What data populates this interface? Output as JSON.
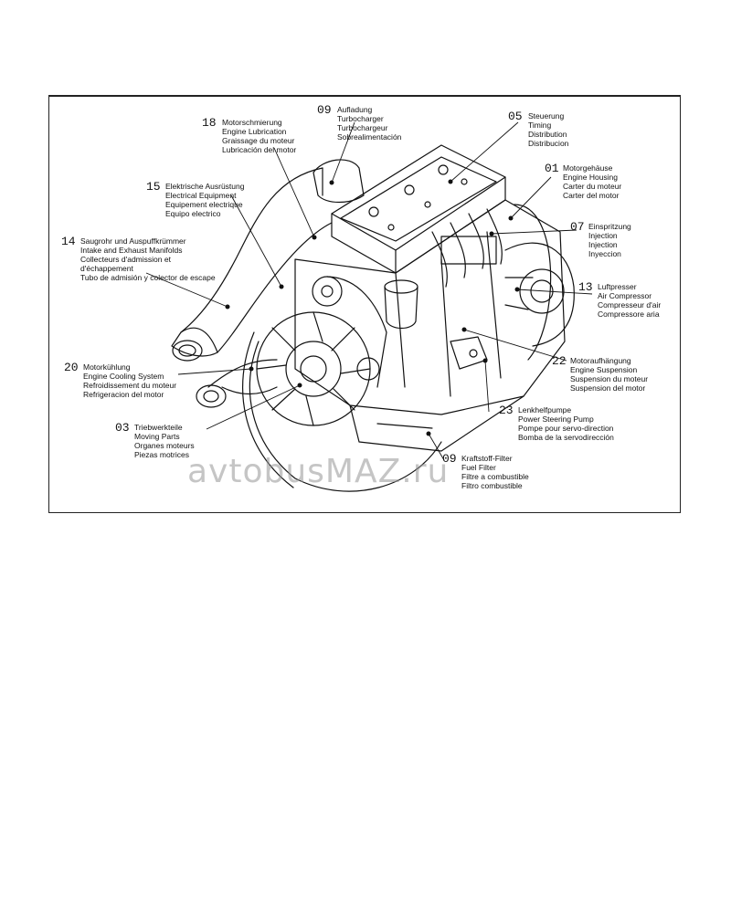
{
  "watermark": "avtobusMAZ.ru",
  "callouts": [
    {
      "id": "c18",
      "num": "18",
      "lines": [
        "Motorschmierung",
        "Engine Lubrication",
        "Graissage du moteur",
        "Lubricación del motor"
      ]
    },
    {
      "id": "c09a",
      "num": "09",
      "lines": [
        "Aufladung",
        "Turbocharger",
        "Turbochargeur",
        "Sobrealimentación"
      ]
    },
    {
      "id": "c05",
      "num": "05",
      "lines": [
        "Steuerung",
        "Timing",
        "Distribution",
        "Distribucion"
      ]
    },
    {
      "id": "c01",
      "num": "01",
      "lines": [
        "Motorgehäuse",
        "Engine Housing",
        "Carter du moteur",
        "Carter del motor"
      ]
    },
    {
      "id": "c15",
      "num": "15",
      "lines": [
        "Elektrische Ausrüstung",
        "Electrical Equipment",
        "Equipement electrique",
        "Equipo electrico"
      ]
    },
    {
      "id": "c07",
      "num": "07",
      "lines": [
        "Einspritzung",
        "Injection",
        "Injection",
        "Inyeccion"
      ]
    },
    {
      "id": "c14",
      "num": "14",
      "lines": [
        "Saugrohr und Auspuffkrümmer",
        "Intake and Exhaust Manifolds",
        "Collecteurs d'admission et",
        "d'échappement",
        "Tubo de admisión y colector de escape"
      ]
    },
    {
      "id": "c13",
      "num": "13",
      "lines": [
        "Luftpresser",
        "Air Compressor",
        "Compresseur d'air",
        "Compressore aria"
      ]
    },
    {
      "id": "c22",
      "num": "22",
      "lines": [
        "Motoraufhängung",
        "Engine Suspension",
        "Suspension du moteur",
        "Suspension del motor"
      ]
    },
    {
      "id": "c20",
      "num": "20",
      "lines": [
        "Motorkühlung",
        "Engine Cooling System",
        "Refroidissement du moteur",
        "Refrigeracion del motor"
      ]
    },
    {
      "id": "c23",
      "num": "23",
      "lines": [
        "Lenkhelfpumpe",
        "Power Steering Pump",
        "Pompe pour servo-direction",
        "Bomba de la servodirección"
      ]
    },
    {
      "id": "c03",
      "num": "03",
      "lines": [
        "Triebwerkteile",
        "Moving Parts",
        "Organes moteurs",
        "Piezas motrices"
      ]
    },
    {
      "id": "c09b",
      "num": "09",
      "lines": [
        "Kraftstoff-Filter",
        "Fuel Filter",
        "Filtre a combustible",
        "Filtro combustible"
      ]
    }
  ]
}
